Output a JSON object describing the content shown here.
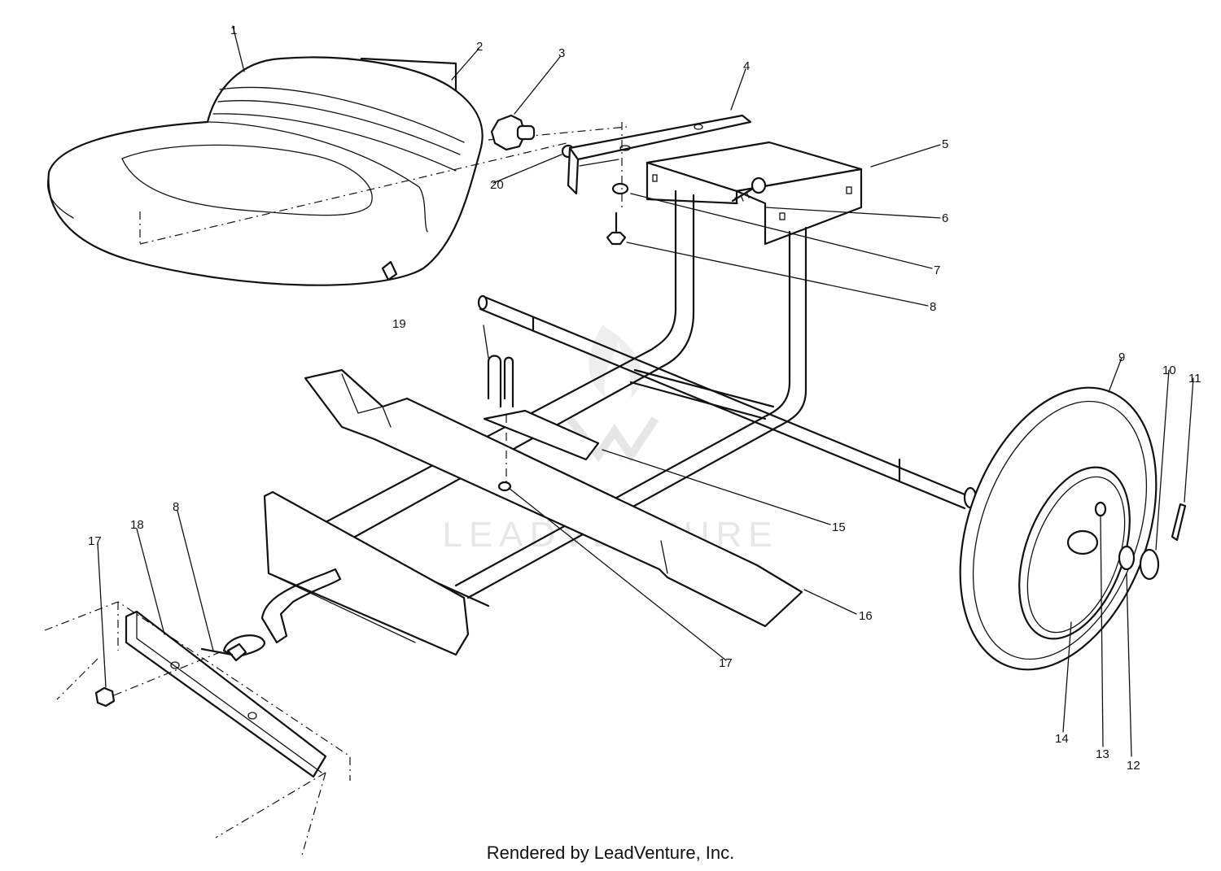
{
  "watermark": "LEADVENTURE",
  "footer": "Rendered by LeadVenture, Inc.",
  "callouts": [
    "1",
    "2",
    "3",
    "4",
    "5",
    "6",
    "7",
    "8",
    "8",
    "9",
    "10",
    "11",
    "12",
    "13",
    "14",
    "15",
    "16",
    "17",
    "17",
    "18",
    "19",
    "20"
  ],
  "colors": {
    "line": "#111111",
    "background": "#ffffff",
    "watermark": "#e7e7e7"
  }
}
